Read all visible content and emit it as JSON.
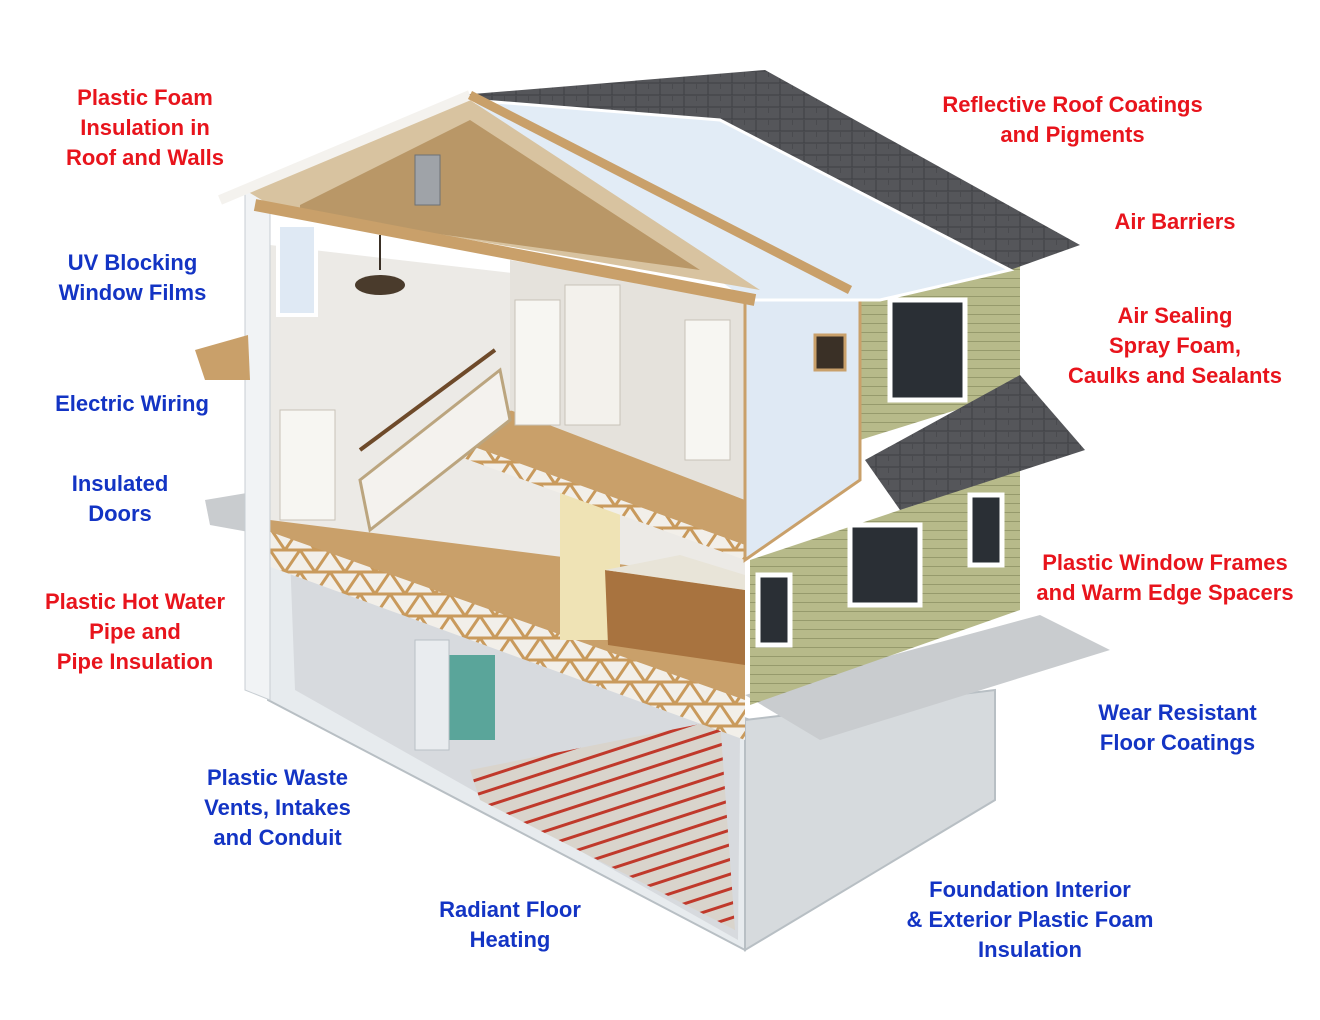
{
  "colors": {
    "red_label": "#e8141c",
    "blue_label": "#1334c4",
    "roof_shingle": "#55565a",
    "siding": "#b7ba8a",
    "wood": "#c9a06a",
    "foam_board": "#dfe9f4",
    "radiant_tube": "#c0392b"
  },
  "labels": [
    {
      "id": "plastic-foam-insulation",
      "color": "red",
      "lines": [
        "Plastic Foam",
        "Insulation in",
        "Roof and Walls"
      ]
    },
    {
      "id": "reflective-roof-coatings",
      "color": "red",
      "lines": [
        "Reflective Roof Coatings",
        "and Pigments"
      ]
    },
    {
      "id": "air-barriers",
      "color": "red",
      "lines": [
        "Air Barriers"
      ]
    },
    {
      "id": "uv-blocking-window-films",
      "color": "blue",
      "lines": [
        "UV Blocking",
        "Window Films"
      ]
    },
    {
      "id": "air-sealing",
      "color": "red",
      "lines": [
        "Air Sealing",
        "Spray Foam,",
        "Caulks and Sealants"
      ]
    },
    {
      "id": "electric-wiring",
      "color": "blue",
      "lines": [
        "Electric Wiring"
      ]
    },
    {
      "id": "insulated-doors",
      "color": "blue",
      "lines": [
        "Insulated",
        "Doors"
      ]
    },
    {
      "id": "plastic-window-frames",
      "color": "red",
      "lines": [
        "Plastic Window Frames",
        "and Warm Edge Spacers"
      ]
    },
    {
      "id": "plastic-hot-water-pipe",
      "color": "red",
      "lines": [
        "Plastic Hot Water",
        "Pipe and",
        "Pipe Insulation"
      ]
    },
    {
      "id": "wear-resistant-floor-coatings",
      "color": "blue",
      "lines": [
        "Wear Resistant",
        "Floor Coatings"
      ]
    },
    {
      "id": "plastic-waste-vents",
      "color": "blue",
      "lines": [
        "Plastic Waste",
        "Vents, Intakes",
        "and Conduit"
      ]
    },
    {
      "id": "foundation-plastic-foam",
      "color": "blue",
      "lines": [
        "Foundation Interior",
        "& Exterior Plastic Foam",
        "Insulation"
      ]
    },
    {
      "id": "radiant-floor-heating",
      "color": "blue",
      "lines": [
        "Radiant Floor",
        "Heating"
      ]
    }
  ]
}
